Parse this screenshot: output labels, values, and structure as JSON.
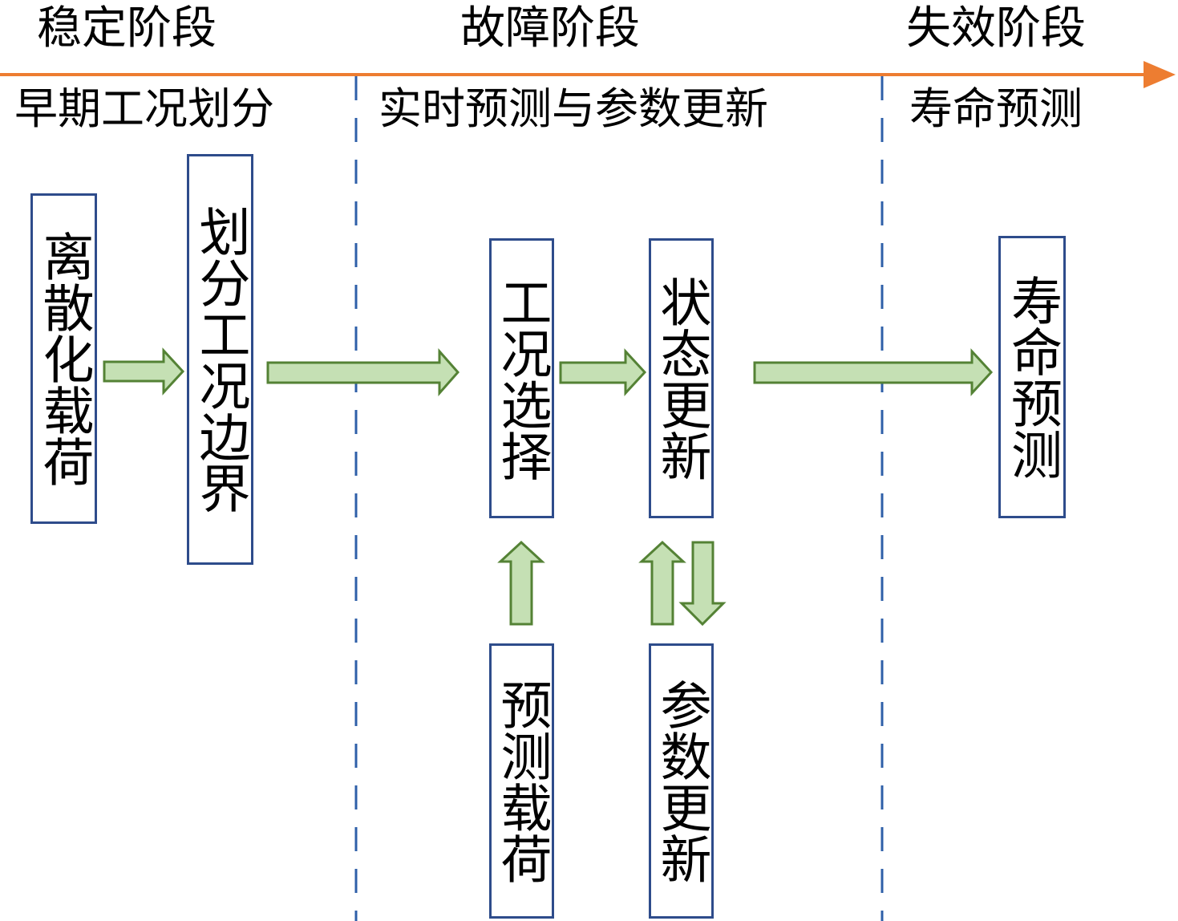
{
  "phases": {
    "stable": "稳定阶段",
    "fault": "故障阶段",
    "failure": "失效阶段"
  },
  "tasks": {
    "stable": "早期工况划分",
    "fault": "实时预测与参数更新",
    "failure": "寿命预测"
  },
  "boxes": {
    "discretized_load": "离散化载荷",
    "condition_boundary": "划分工况边界",
    "condition_select": "工况选择",
    "state_update": "状态更新",
    "predicted_load": "预测载荷",
    "param_update": "参数更新",
    "life_prediction": "寿命预测"
  },
  "colors": {
    "timeline": "#ED7D31",
    "divider": "#2E5FA8",
    "box_border": "#2E4C8B",
    "arrow_fill": "#C5E0B4",
    "arrow_stroke": "#548235"
  }
}
